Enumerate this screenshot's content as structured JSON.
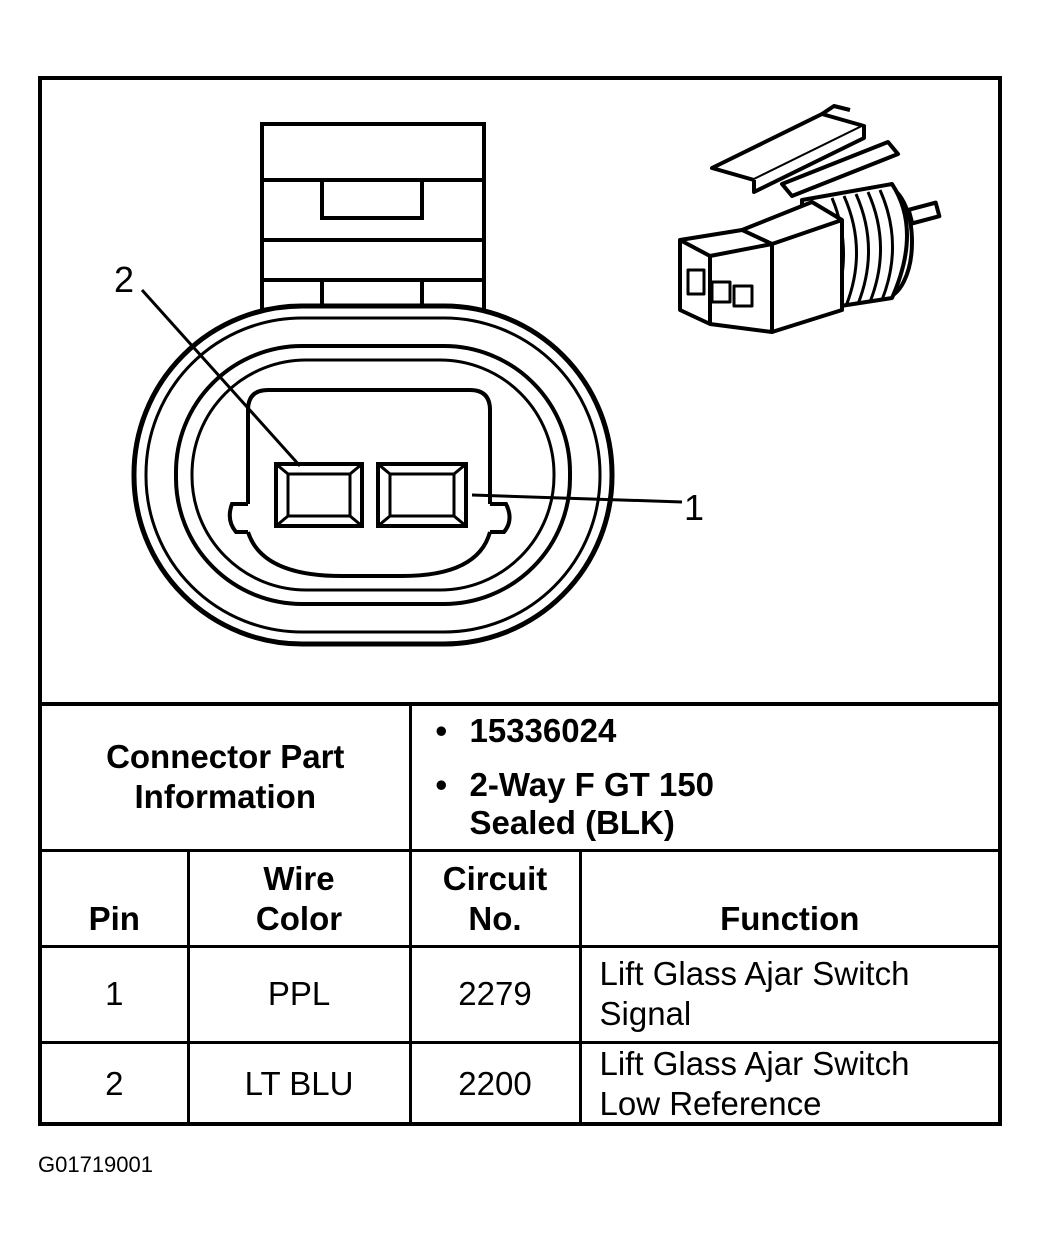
{
  "diagram": {
    "pin_labels": {
      "pin2": "2",
      "pin1": "1"
    }
  },
  "connector_info": {
    "label": "Connector Part Information",
    "label_line1": "Connector Part",
    "label_line2": "Information",
    "items": [
      {
        "line1": "15336024",
        "line2": ""
      },
      {
        "line1": "2-Way F GT 150",
        "line2": "Sealed (BLK)"
      }
    ]
  },
  "pin_table": {
    "headers": {
      "pin": "Pin",
      "wire_line1": "Wire",
      "wire_line2": "Color",
      "circuit_line1": "Circuit",
      "circuit_line2": "No.",
      "function": "Function"
    },
    "rows": [
      {
        "pin": "1",
        "wire_color": "PPL",
        "circuit": "2279",
        "function_line1": "Lift Glass Ajar Switch",
        "function_line2": "Signal"
      },
      {
        "pin": "2",
        "wire_color": "LT BLU",
        "circuit": "2200",
        "function_line1": "Lift Glass Ajar Switch",
        "function_line2": "Low Reference"
      }
    ]
  },
  "figure_id": "G01719001"
}
